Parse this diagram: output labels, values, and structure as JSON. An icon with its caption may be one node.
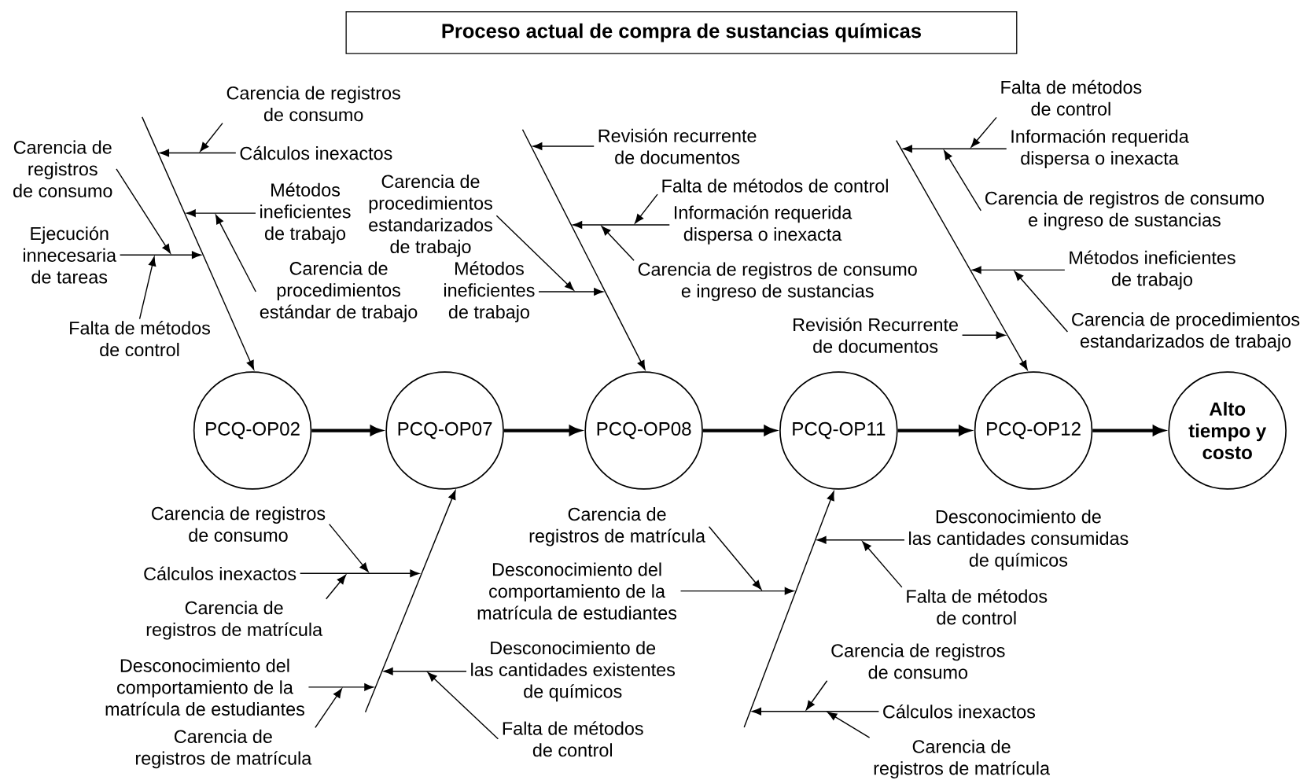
{
  "diagram": {
    "title": "Proceso actual de compra de sustancias químicas",
    "nodes": [
      {
        "text": [
          "PCQ-OP02"
        ]
      },
      {
        "text": [
          "PCQ-OP07"
        ]
      },
      {
        "text": [
          "PCQ-OP08"
        ]
      },
      {
        "text": [
          "PCQ-OP11"
        ]
      },
      {
        "text": [
          "PCQ-OP12"
        ]
      },
      {
        "text": [
          "Alto tiempo y costo"
        ]
      },
      {
        "text": [
          "Carencia de registros de consumo"
        ]
      },
      {
        "text": [
          "Cálculos inexactos"
        ]
      },
      {
        "text": [
          "Métodos ineficientes de trabajo"
        ]
      },
      {
        "text": [
          "Carencia de procedimientos estándar de trabajo"
        ]
      },
      {
        "text": [
          "Carencia de registros de consumo"
        ]
      },
      {
        "text": [
          "Ejecución innecesaria de tareas"
        ]
      },
      {
        "text": [
          "Falta de métodos de control"
        ]
      },
      {
        "text": [
          "Carencia de registros de consumo"
        ]
      },
      {
        "text": [
          "Cálculos inexactos"
        ]
      },
      {
        "text": [
          "Carencia de registros de matrícula"
        ]
      },
      {
        "text": [
          "Desconocimiento del comportamiento de la matrícula de estudiantes"
        ]
      },
      {
        "text": [
          "Carencia de registros de matrícula"
        ]
      },
      {
        "text": [
          "Desconocimiento de las cantidades existentes de químicos"
        ]
      },
      {
        "text": [
          "Falta de métodos de control"
        ]
      },
      {
        "text": [
          "Revisión recurrente de documentos"
        ]
      },
      {
        "text": [
          "Falta de métodos de control"
        ]
      },
      {
        "text": [
          "Información requerida dispersa o inexacta"
        ]
      },
      {
        "text": [
          "Carencia de registros de consumo e ingreso de sustancias"
        ]
      },
      {
        "text": [
          "Carencia de procedimientos estandarizados de trabajo"
        ]
      },
      {
        "text": [
          "Métodos ineficientes de trabajo"
        ]
      },
      {
        "text": [
          "Carencia de registros de matrícula"
        ]
      },
      {
        "text": [
          "Desconocimiento del comportamiento de la matrícula de estudiantes"
        ]
      },
      {
        "text": [
          "Desconocimiento de las cantidades consumidas de químicos"
        ]
      },
      {
        "text": [
          "Falta de métodos de control"
        ]
      },
      {
        "text": [
          "Carencia de registros de consumo"
        ]
      },
      {
        "text": [
          "Cálculos inexactos"
        ]
      },
      {
        "text": [
          "Carencia de registros de matrícula"
        ]
      },
      {
        "text": [
          "Falta de métodos de control"
        ]
      },
      {
        "text": [
          "Información requerida dispersa o inexacta"
        ]
      },
      {
        "text": [
          "Carencia de registros de consumo e ingreso de sustancias"
        ]
      },
      {
        "text": [
          "Métodos ineficientes de trabajo"
        ]
      },
      {
        "text": [
          "Carencia de procedimientos estandarizados de trabajo"
        ]
      },
      {
        "text": [
          "Revisión Recurrente de documentos"
        ]
      }
    ],
    "edges": [
      {
        "from": 0,
        "to": 1,
        "arrow": "to",
        "style": "thick"
      },
      {
        "from": 1,
        "to": 2,
        "arrow": "to",
        "style": "thick"
      },
      {
        "from": 2,
        "to": 3,
        "arrow": "to",
        "style": "thick"
      },
      {
        "from": 3,
        "to": 4,
        "arrow": "to",
        "style": "thick"
      },
      {
        "from": 4,
        "to": 5,
        "arrow": "to",
        "style": "thick"
      },
      {
        "from": null,
        "to": 0,
        "arrow": "to"
      },
      {
        "from": null,
        "to": 1,
        "arrow": "to"
      },
      {
        "from": null,
        "to": 2,
        "arrow": "to"
      },
      {
        "from": null,
        "to": 3,
        "arrow": "to"
      },
      {
        "from": null,
        "to": 4,
        "arrow": "to"
      },
      {
        "from": 6,
        "to": null,
        "arrow": "to"
      },
      {
        "from": 7,
        "to": null,
        "arrow": "to"
      },
      {
        "from": 8,
        "to": null,
        "arrow": "to"
      },
      {
        "from": 9,
        "to": null,
        "arrow": "to"
      },
      {
        "from": 10,
        "to": null,
        "arrow": "to"
      },
      {
        "from": 11,
        "to": null,
        "arrow": "to"
      },
      {
        "from": 12,
        "to": null,
        "arrow": "to"
      },
      {
        "from": 13,
        "to": null,
        "arrow": "to"
      },
      {
        "from": 14,
        "to": null,
        "arrow": "to"
      },
      {
        "from": 15,
        "to": null,
        "arrow": "to"
      },
      {
        "from": 16,
        "to": null,
        "arrow": "to"
      },
      {
        "from": 17,
        "to": null,
        "arrow": "to"
      },
      {
        "from": 18,
        "to": null,
        "arrow": "to"
      },
      {
        "from": 19,
        "to": null,
        "arrow": "to"
      },
      {
        "from": 20,
        "to": null,
        "arrow": "to"
      },
      {
        "from": 21,
        "to": null,
        "arrow": "to"
      },
      {
        "from": 22,
        "to": null,
        "arrow": "to"
      },
      {
        "from": 23,
        "to": null,
        "arrow": "to"
      },
      {
        "from": 24,
        "to": null,
        "arrow": "to"
      },
      {
        "from": 25,
        "to": null,
        "arrow": "to"
      },
      {
        "from": 26,
        "to": null,
        "arrow": "to"
      },
      {
        "from": 27,
        "to": null,
        "arrow": "to"
      },
      {
        "from": 28,
        "to": null,
        "arrow": "to"
      },
      {
        "from": 29,
        "to": null,
        "arrow": "to"
      },
      {
        "from": 30,
        "to": null,
        "arrow": "to"
      },
      {
        "from": 31,
        "to": null,
        "arrow": "to"
      },
      {
        "from": 32,
        "to": null,
        "arrow": "to"
      },
      {
        "from": 33,
        "to": null,
        "arrow": "to"
      },
      {
        "from": 34,
        "to": null,
        "arrow": "to"
      },
      {
        "from": 35,
        "to": null,
        "arrow": "to"
      },
      {
        "from": 36,
        "to": null,
        "arrow": "to"
      },
      {
        "from": 37,
        "to": null,
        "arrow": "to"
      },
      {
        "from": 38,
        "to": null,
        "arrow": "to"
      }
    ]
  }
}
